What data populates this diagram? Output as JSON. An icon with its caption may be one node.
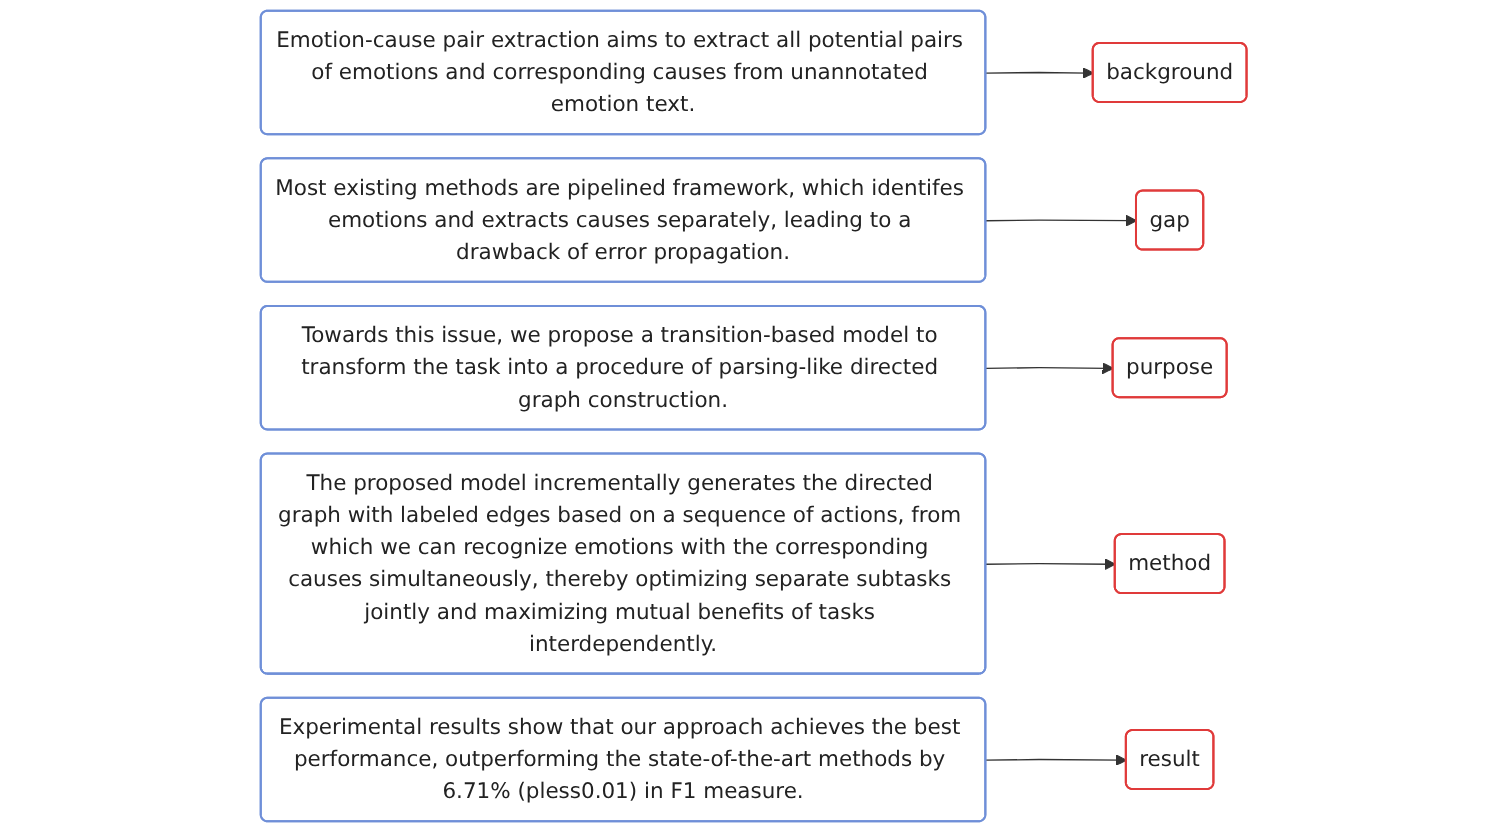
{
  "diagram": {
    "nodes": [
      {
        "text": [
          "Emotion-cause pair extraction aims to extract all potential pairs of emotions and corresponding causes from unannotated emotion text."
        ]
      },
      {
        "text": [
          "background"
        ]
      },
      {
        "text": [
          "Most existing methods are pipelined framework, which identifes emotions and extracts causes separately, leading to a drawback of error propagation."
        ]
      },
      {
        "text": [
          "gap"
        ]
      },
      {
        "text": [
          "Towards this issue, we propose a transition-based model to transform the task into a procedure of parsing-like directed graph construction."
        ]
      },
      {
        "text": [
          "purpose"
        ]
      },
      {
        "text": [
          "The proposed model incrementally generates the directed graph with labeled edges based on a sequence of actions, from which we can recognize emotions with the corresponding causes simultaneously, thereby optimizing separate subtasks jointly and maximizing mutual benefits of tasks interdependently."
        ]
      },
      {
        "text": [
          "method"
        ]
      },
      {
        "text": [
          "Experimental results show that our approach achieves the best performance, outperforming the state-of-the-art methods by 6.71% (pless0.01) in F1 measure."
        ]
      },
      {
        "text": [
          "result"
        ]
      }
    ],
    "edges": [
      {
        "from": 0,
        "to": 1,
        "arrow": "to"
      },
      {
        "from": 2,
        "to": 3,
        "arrow": "to"
      },
      {
        "from": 4,
        "to": 5,
        "arrow": "to"
      },
      {
        "from": 6,
        "to": 7,
        "arrow": "to"
      },
      {
        "from": 8,
        "to": 9,
        "arrow": "to"
      }
    ]
  }
}
